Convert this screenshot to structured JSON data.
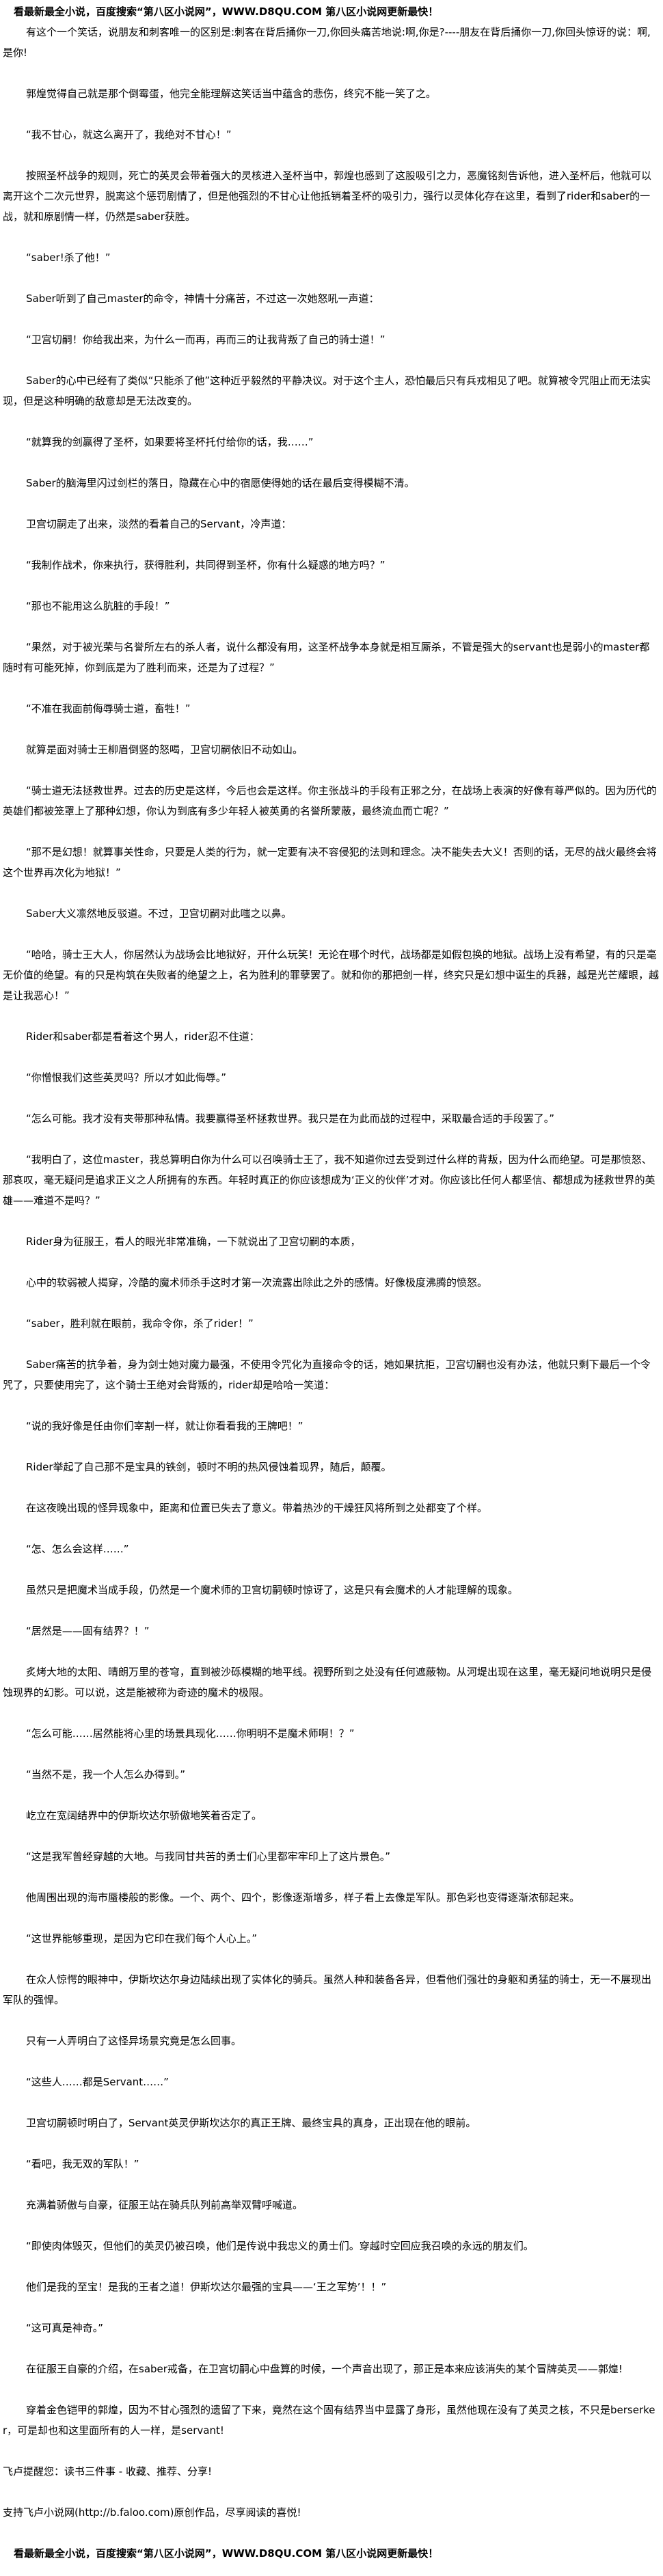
{
  "banner_text": "看最新最全小说，百度搜索“第八区小说网”，WWW.D8QU.COM 第八区小说网更新最快！",
  "paragraphs": [
    "有这个一个笑话，说朋友和刺客唯一的区别是:刺客在背后捅你一刀,你回头痛苦地说:啊,你是?----朋友在背后捅你一刀,你回头惊讶的说：啊,是你!",
    "郭煌觉得自己就是那个倒霉蛋，他完全能理解这笑话当中蕴含的悲伤，终究不能一笑了之。",
    "“我不甘心，就这么离开了，我绝对不甘心！”",
    "按照圣杯战争的规则，死亡的英灵会带着强大的灵核进入圣杯当中，郭煌也感到了这股吸引之力，恶魔铭刻告诉他，进入圣杯后，他就可以离开这个二次元世界，脱离这个惩罚剧情了，但是他强烈的不甘心让他抵销着圣杯的吸引力，强行以灵体化存在这里，看到了rider和saber的一战，就和原剧情一样，仍然是saber获胜。",
    "“saber!杀了他！”",
    "Saber听到了自己master的命令，神情十分痛苦，不过这一次她怒吼一声道：",
    "“卫宫切嗣！你给我出来，为什么一而再，再而三的让我背叛了自己的骑士道！”",
    "Saber的心中已经有了类似“只能杀了他”这种近乎毅然的平静决议。对于这个主人，恐怕最后只有兵戎相见了吧。就算被令咒阻止而无法实现，但是这种明确的敌意却是无法改变的。",
    "“就算我的剑赢得了圣杯，如果要将圣杯托付给你的话，我……”",
    "Saber的脑海里闪过剑栏的落日，隐藏在心中的宿愿使得她的话在最后变得模糊不清。",
    "卫宫切嗣走了出来，淡然的看着自己的Servant，冷声道：",
    "“我制作战术，你来执行，获得胜利，共同得到圣杯，你有什么疑惑的地方吗？”",
    "“那也不能用这么肮脏的手段！”",
    "“果然，对于被光荣与名誉所左右的杀人者，说什么都没有用，这圣杯战争本身就是相互厮杀，不管是强大的servant也是弱小的master都随时有可能死掉，你到底是为了胜利而来，还是为了过程？”",
    "“不准在我面前侮辱骑士道，畜牲！”",
    "就算是面对骑士王柳眉倒竖的怒喝，卫宫切嗣依旧不动如山。",
    "“骑士道无法拯救世界。过去的历史是这样，今后也会是这样。你主张战斗的手段有正邪之分，在战场上表演的好像有尊严似的。因为历代的英雄们都被笼罩上了那种幻想，你认为到底有多少年轻人被英勇的名誉所蒙蔽，最终流血而亡呢？”",
    "“那不是幻想！就算事关性命，只要是人类的行为，就一定要有决不容侵犯的法则和理念。决不能失去大义！否则的话，无尽的战火最终会将这个世界再次化为地狱！”",
    "Saber大义凛然地反驳道。不过，卫宫切嗣对此嗤之以鼻。",
    "“哈哈，骑士王大人，你居然认为战场会比地狱好，开什么玩笑！无论在哪个时代，战场都是如假包换的地狱。战场上没有希望，有的只是毫无价值的绝望。有的只是构筑在失败者的绝望之上，名为胜利的罪孽罢了。就和你的那把剑一样，终究只是幻想中诞生的兵器，越是光芒耀眼，越是让我恶心！”",
    "Rider和saber都是看着这个男人，rider忍不住道：",
    "“你憎恨我们这些英灵吗？所以才如此侮辱。”",
    "“怎么可能。我才没有夹带那种私情。我要赢得圣杯拯救世界。我只是在为此而战的过程中，采取最合适的手段罢了。”",
    "“我明白了，这位master，我总算明白你为什么可以召唤骑士王了，我不知道你过去受到过什么样的背叛，因为什么而绝望。可是那愤怒、那哀叹，毫无疑问是追求正义之人所拥有的东西。年轻时真正的你应该想成为‘正义的伙伴’才对。你应该比任何人都坚信、都想成为拯救世界的英雄——难道不是吗？”",
    "Rider身为征服王，看人的眼光非常准确，一下就说出了卫宫切嗣的本质，",
    "心中的软弱被人揭穿，冷酷的魔术师杀手这时才第一次流露出除此之外的感情。好像极度沸腾的愤怒。",
    "“saber，胜利就在眼前，我命令你，杀了rider！”",
    "Saber痛苦的抗争着，身为剑士她对魔力最强，不使用令咒化为直接命令的话，她如果抗拒，卫宫切嗣也没有办法，他就只剩下最后一个令咒了，只要使用完了，这个骑士王绝对会背叛的，rider却是哈哈一笑道：",
    "“说的我好像是任由你们宰割一样，就让你看看我的王牌吧！”",
    "Rider举起了自己那不是宝具的铁剑，顿时不明的热风侵蚀着现界，随后，颠覆。",
    "在这夜晚出现的怪异现象中，距离和位置已失去了意义。带着热沙的干燥狂风将所到之处都变了个样。",
    "“怎、怎么会这样……”",
    "虽然只是把魔术当成手段，仍然是一个魔术师的卫宫切嗣顿时惊讶了，这是只有会魔术的人才能理解的现象。",
    "“居然是——固有结界？！”",
    "炙烤大地的太阳、晴朗万里的苍穹，直到被沙砾模糊的地平线。视野所到之处没有任何遮蔽物。从河堤出现在这里，毫无疑问地说明只是侵蚀现界的幻影。可以说，这是能被称为奇迹的魔术的极限。",
    "“怎么可能……居然能将心里的场景具现化……你明明不是魔术师啊！？”",
    "“当然不是，我一个人怎么办得到。”",
    "屹立在宽阔结界中的伊斯坎达尔骄傲地笑着否定了。",
    "“这是我军曾经穿越的大地。与我同甘共苦的勇士们心里都牢牢印上了这片景色。”",
    "他周围出现的海市蜃楼般的影像。一个、两个、四个，影像逐渐增多，样子看上去像是军队。那色彩也变得逐渐浓郁起来。",
    "“这世界能够重现，是因为它印在我们每个人心上。”",
    "在众人惊愕的眼神中，伊斯坎达尔身边陆续出现了实体化的骑兵。虽然人种和装备各异，但看他们强壮的身躯和勇猛的骑士，无一不展现出军队的强悍。",
    "只有一人弄明白了这怪异场景究竟是怎么回事。",
    "“这些人……都是Servant……”",
    "卫宫切嗣顿时明白了，Servant英灵伊斯坎达尔的真正王牌、最终宝具的真身，正出现在他的眼前。",
    "“看吧，我无双的军队！”",
    "充满着骄傲与自豪，征服王站在骑兵队列前高举双臂呼喊道。",
    "“即使肉体毁灭，但他们的英灵仍被召唤，他们是传说中我忠义的勇士们。穿越时空回应我召唤的永远的朋友们。",
    "他们是我的至宝！是我的王者之道！伊斯坎达尔最强的宝具——‘王之军势’！！”",
    "“这可真是神奇。”",
    "在征服王自豪的介绍，在saber戒备，在卫宫切嗣心中盘算的时候，一个声音出现了，那正是本来应该消失的某个冒牌英灵——郭煌!",
    "穿着金色铠甲的郭煌，因为不甘心强烈的遗留了下来，竟然在这个固有结界当中显露了身形，虽然他现在没有了英灵之核，不只是berserker，可是却也和这里面所有的人一样，是servant!"
  ],
  "notes": [
    "飞卢提醒您：读书三件事 - 收藏、推荐、分享!",
    "支持飞卢小说网(http://b.faloo.com)原创作品，尽享阅读的喜悦!"
  ]
}
